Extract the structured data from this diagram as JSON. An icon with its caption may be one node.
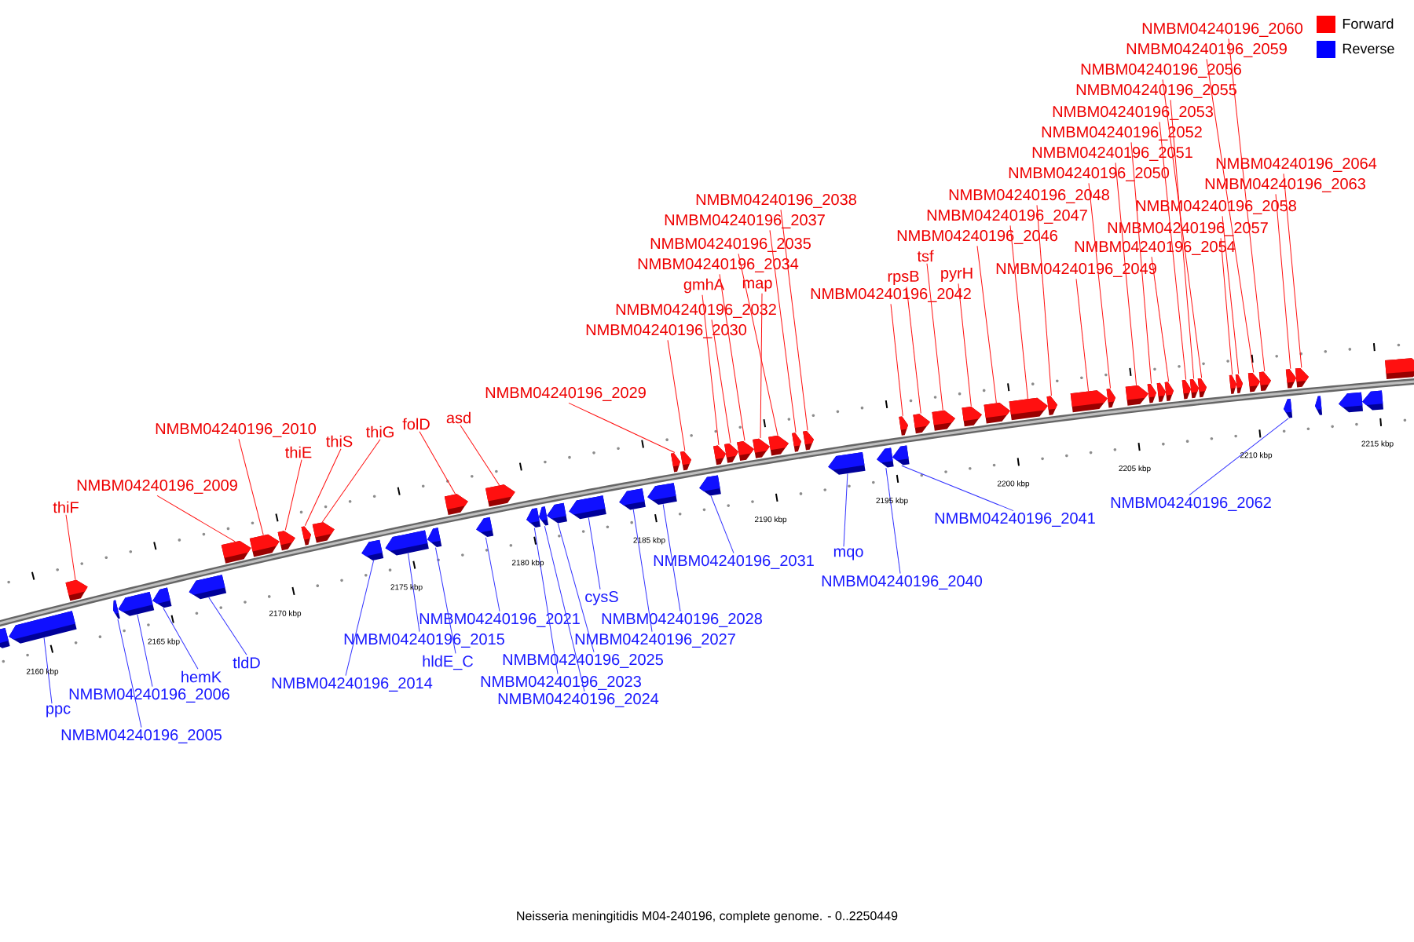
{
  "diagram": {
    "caption": "Neisseria meningitidis M04-240196, complete genome. - 0..2250449",
    "nodes": [
      {
        "text": [
          "thiF"
        ]
      },
      {
        "text": [],
        "shape": "arrow"
      },
      {
        "text": [
          "NMBM04240196_2009"
        ]
      },
      {
        "text": [],
        "shape": "arrow"
      },
      {
        "text": [
          "NMBM04240196_2010"
        ]
      },
      {
        "text": [],
        "shape": "arrow"
      },
      {
        "text": [
          "thiE"
        ]
      },
      {
        "text": [],
        "shape": "arrow"
      },
      {
        "text": [
          "thiS"
        ]
      },
      {
        "text": [],
        "shape": "arrow"
      },
      {
        "text": [
          "thiG"
        ]
      },
      {
        "text": [],
        "shape": "arrow"
      },
      {
        "text": [
          "folD"
        ]
      },
      {
        "text": [],
        "shape": "arrow"
      },
      {
        "text": [
          "asd"
        ]
      },
      {
        "text": [],
        "shape": "arrow"
      },
      {
        "text": [
          "NMBM04240196_2029"
        ]
      },
      {
        "text": [],
        "shape": "arrow"
      },
      {
        "text": [
          "NMBM04240196_2030"
        ]
      },
      {
        "text": [],
        "shape": "arrow"
      },
      {
        "text": [
          "gmhA"
        ]
      },
      {
        "text": [],
        "shape": "arrow"
      },
      {
        "text": [
          "NMBM04240196_2032"
        ]
      },
      {
        "text": [],
        "shape": "arrow"
      },
      {
        "text": [
          "NMBM04240196_2034"
        ]
      },
      {
        "text": [],
        "shape": "arrow"
      },
      {
        "text": [
          "map"
        ]
      },
      {
        "text": [],
        "shape": "arrow"
      },
      {
        "text": [
          "NMBM04240196_2035"
        ]
      },
      {
        "text": [],
        "shape": "arrow"
      },
      {
        "text": [
          "NMBM04240196_2037"
        ]
      },
      {
        "text": [],
        "shape": "arrow"
      },
      {
        "text": [
          "NMBM04240196_2038"
        ]
      },
      {
        "text": [],
        "shape": "arrow"
      },
      {
        "text": [
          "NMBM04240196_2042"
        ]
      },
      {
        "text": [],
        "shape": "arrow"
      },
      {
        "text": [
          "rpsB"
        ]
      },
      {
        "text": [],
        "shape": "arrow"
      },
      {
        "text": [
          "tsf"
        ]
      },
      {
        "text": [],
        "shape": "arrow"
      },
      {
        "text": [
          "pyrH"
        ]
      },
      {
        "text": [],
        "shape": "arrow"
      },
      {
        "text": [
          "NMBM04240196_2046"
        ]
      },
      {
        "text": [],
        "shape": "arrow"
      },
      {
        "text": [
          "NMBM04240196_2047"
        ]
      },
      {
        "text": [],
        "shape": "arrow"
      },
      {
        "text": [
          "NMBM04240196_2048"
        ]
      },
      {
        "text": [],
        "shape": "arrow"
      },
      {
        "text": [
          "NMBM04240196_2049"
        ]
      },
      {
        "text": [],
        "shape": "arrow"
      },
      {
        "text": [
          "NMBM04240196_2050"
        ]
      },
      {
        "text": [],
        "shape": "arrow"
      },
      {
        "text": [
          "NMBM04240196_2051"
        ]
      },
      {
        "text": [],
        "shape": "arrow"
      },
      {
        "text": [
          "NMBM04240196_2052"
        ]
      },
      {
        "text": [],
        "shape": "arrow"
      },
      {
        "text": [
          "NMBM04240196_2054"
        ]
      },
      {
        "text": [],
        "shape": "arrow"
      },
      {
        "text": [
          "NMBM04240196_2053"
        ]
      },
      {
        "text": [],
        "shape": "arrow"
      },
      {
        "text": [
          "NMBM04240196_2055"
        ]
      },
      {
        "text": [],
        "shape": "arrow"
      },
      {
        "text": [
          "NMBM04240196_2056"
        ]
      },
      {
        "text": [],
        "shape": "arrow"
      },
      {
        "text": [
          "NMBM04240196_2057"
        ]
      },
      {
        "text": [],
        "shape": "arrow"
      },
      {
        "text": [
          "NMBM04240196_2058"
        ]
      },
      {
        "text": [],
        "shape": "arrow"
      },
      {
        "text": [
          "NMBM04240196_2059"
        ]
      },
      {
        "text": [],
        "shape": "arrow"
      },
      {
        "text": [
          "NMBM04240196_2060"
        ]
      },
      {
        "text": [],
        "shape": "arrow"
      },
      {
        "text": [
          "NMBM04240196_2063"
        ]
      },
      {
        "text": [],
        "shape": "arrow"
      },
      {
        "text": [
          "NMBM04240196_2064"
        ]
      },
      {
        "text": [],
        "shape": "arrow"
      },
      {
        "text": [
          "ppc"
        ]
      },
      {
        "text": [],
        "shape": "arrow"
      },
      {
        "text": [
          "NMBM04240196_2005"
        ]
      },
      {
        "text": [],
        "shape": "arrow"
      },
      {
        "text": [
          "NMBM04240196_2006"
        ]
      },
      {
        "text": [],
        "shape": "arrow"
      },
      {
        "text": [
          "hemK"
        ]
      },
      {
        "text": [],
        "shape": "arrow"
      },
      {
        "text": [
          "tldD"
        ]
      },
      {
        "text": [],
        "shape": "arrow"
      },
      {
        "text": [
          "NMBM04240196_2014"
        ]
      },
      {
        "text": [],
        "shape": "arrow"
      },
      {
        "text": [
          "NMBM04240196_2015"
        ]
      },
      {
        "text": [],
        "shape": "arrow"
      },
      {
        "text": [
          "hldE_C"
        ]
      },
      {
        "text": [],
        "shape": "arrow"
      },
      {
        "text": [
          "NMBM04240196_2021"
        ]
      },
      {
        "text": [],
        "shape": "arrow"
      },
      {
        "text": [
          "NMBM04240196_2023"
        ]
      },
      {
        "text": [],
        "shape": "arrow"
      },
      {
        "text": [
          "NMBM04240196_2024"
        ]
      },
      {
        "text": [],
        "shape": "arrow"
      },
      {
        "text": [
          "NMBM04240196_2025"
        ]
      },
      {
        "text": [],
        "shape": "arrow"
      },
      {
        "text": [
          "cysS"
        ]
      },
      {
        "text": [],
        "shape": "arrow"
      },
      {
        "text": [
          "NMBM04240196_2027"
        ]
      },
      {
        "text": [],
        "shape": "arrow"
      },
      {
        "text": [
          "NMBM04240196_2028"
        ]
      },
      {
        "text": [],
        "shape": "arrow"
      },
      {
        "text": [
          "NMBM04240196_2031"
        ]
      },
      {
        "text": [],
        "shape": "arrow"
      },
      {
        "text": [
          "mqo"
        ]
      },
      {
        "text": [],
        "shape": "arrow"
      },
      {
        "text": [
          "NMBM04240196_2040"
        ]
      },
      {
        "text": [],
        "shape": "arrow"
      },
      {
        "text": [
          "NMBM04240196_2041"
        ]
      },
      {
        "text": [],
        "shape": "arrow"
      },
      {
        "text": [
          "NMBM04240196_2062"
        ]
      },
      {
        "text": [],
        "shape": "arrow"
      },
      {
        "text": [],
        "shape": "arrow"
      },
      {
        "text": [],
        "shape": "arrow"
      },
      {
        "text": [],
        "shape": "arrow"
      },
      {
        "text": [],
        "shape": "arrow"
      },
      {
        "text": [],
        "shape": "arrow"
      },
      {
        "text": [],
        "shape": "arrow"
      }
    ],
    "edges": [
      {
        "from": 0,
        "to": 1,
        "arrow": "none"
      },
      {
        "from": 2,
        "to": 3,
        "arrow": "none"
      },
      {
        "from": 4,
        "to": 5,
        "arrow": "none"
      },
      {
        "from": 6,
        "to": 7,
        "arrow": "none"
      },
      {
        "from": 8,
        "to": 9,
        "arrow": "none"
      },
      {
        "from": 10,
        "to": 11,
        "arrow": "none"
      },
      {
        "from": 12,
        "to": 13,
        "arrow": "none"
      },
      {
        "from": 14,
        "to": 15,
        "arrow": "none"
      },
      {
        "from": 16,
        "to": 17,
        "arrow": "none"
      },
      {
        "from": 18,
        "to": 19,
        "arrow": "none"
      },
      {
        "from": 20,
        "to": 21,
        "arrow": "none"
      },
      {
        "from": 22,
        "to": 23,
        "arrow": "none"
      },
      {
        "from": 24,
        "to": 25,
        "arrow": "none"
      },
      {
        "from": 26,
        "to": 27,
        "arrow": "none"
      },
      {
        "from": 28,
        "to": 29,
        "arrow": "none"
      },
      {
        "from": 30,
        "to": 31,
        "arrow": "none"
      },
      {
        "from": 32,
        "to": 33,
        "arrow": "none"
      },
      {
        "from": 34,
        "to": 35,
        "arrow": "none"
      },
      {
        "from": 36,
        "to": 37,
        "arrow": "none"
      },
      {
        "from": 38,
        "to": 39,
        "arrow": "none"
      },
      {
        "from": 40,
        "to": 41,
        "arrow": "none"
      },
      {
        "from": 42,
        "to": 43,
        "arrow": "none"
      },
      {
        "from": 44,
        "to": 45,
        "arrow": "none"
      },
      {
        "from": 46,
        "to": 47,
        "arrow": "none"
      },
      {
        "from": 48,
        "to": 49,
        "arrow": "none"
      },
      {
        "from": 50,
        "to": 51,
        "arrow": "none"
      },
      {
        "from": 52,
        "to": 53,
        "arrow": "none"
      },
      {
        "from": 54,
        "to": 55,
        "arrow": "none"
      },
      {
        "from": 56,
        "to": 57,
        "arrow": "none"
      },
      {
        "from": 58,
        "to": 59,
        "arrow": "none"
      },
      {
        "from": 60,
        "to": 61,
        "arrow": "none"
      },
      {
        "from": 62,
        "to": 63,
        "arrow": "none"
      },
      {
        "from": 64,
        "to": 65,
        "arrow": "none"
      },
      {
        "from": 66,
        "to": 67,
        "arrow": "none"
      },
      {
        "from": 68,
        "to": 69,
        "arrow": "none"
      },
      {
        "from": 70,
        "to": 71,
        "arrow": "none"
      },
      {
        "from": 72,
        "to": 73,
        "arrow": "none"
      },
      {
        "from": 74,
        "to": 75,
        "arrow": "none"
      },
      {
        "from": 76,
        "to": 77,
        "arrow": "none",
        "color": "#3333ff"
      },
      {
        "from": 78,
        "to": 79,
        "arrow": "none",
        "color": "#3333ff"
      },
      {
        "from": 80,
        "to": 81,
        "arrow": "none",
        "color": "#3333ff"
      },
      {
        "from": 82,
        "to": 83,
        "arrow": "none",
        "color": "#3333ff"
      },
      {
        "from": 84,
        "to": 85,
        "arrow": "none",
        "color": "#3333ff"
      },
      {
        "from": 86,
        "to": 87,
        "arrow": "none",
        "color": "#3333ff"
      },
      {
        "from": 88,
        "to": 89,
        "arrow": "none",
        "color": "#3333ff"
      },
      {
        "from": 90,
        "to": 91,
        "arrow": "none",
        "color": "#3333ff"
      },
      {
        "from": 92,
        "to": 93,
        "arrow": "none",
        "color": "#3333ff"
      },
      {
        "from": 94,
        "to": 95,
        "arrow": "none",
        "color": "#3333ff"
      },
      {
        "from": 96,
        "to": 97,
        "arrow": "none",
        "color": "#3333ff"
      },
      {
        "from": 98,
        "to": 99,
        "arrow": "none",
        "color": "#3333ff"
      },
      {
        "from": 100,
        "to": 101,
        "arrow": "none",
        "color": "#3333ff"
      },
      {
        "from": 102,
        "to": 103,
        "arrow": "none",
        "color": "#3333ff"
      },
      {
        "from": 104,
        "to": 105,
        "arrow": "none",
        "color": "#3333ff"
      },
      {
        "from": 106,
        "to": 107,
        "arrow": "none",
        "color": "#3333ff"
      },
      {
        "from": 108,
        "to": 109,
        "arrow": "none",
        "color": "#3333ff"
      },
      {
        "from": 110,
        "to": 111,
        "arrow": "none",
        "color": "#3333ff"
      },
      {
        "from": 112,
        "to": 113,
        "arrow": "none",
        "color": "#3333ff"
      },
      {
        "from": 114,
        "to": 115,
        "arrow": "none",
        "color": "#3333ff"
      }
    ],
    "labels": [
      "2160 kbp",
      "2165 kbp",
      "2170 kbp",
      "2175 kbp",
      "2180 kbp",
      "2185 kbp",
      "2190 kbp",
      "2195 kbp",
      "2200 kbp",
      "2205 kbp",
      "2210 kbp",
      "2215 kbp"
    ],
    "legend": [
      {
        "text": "Forward",
        "color": "#ff0000"
      },
      {
        "text": "Reverse",
        "color": "#0000ff"
      }
    ]
  }
}
